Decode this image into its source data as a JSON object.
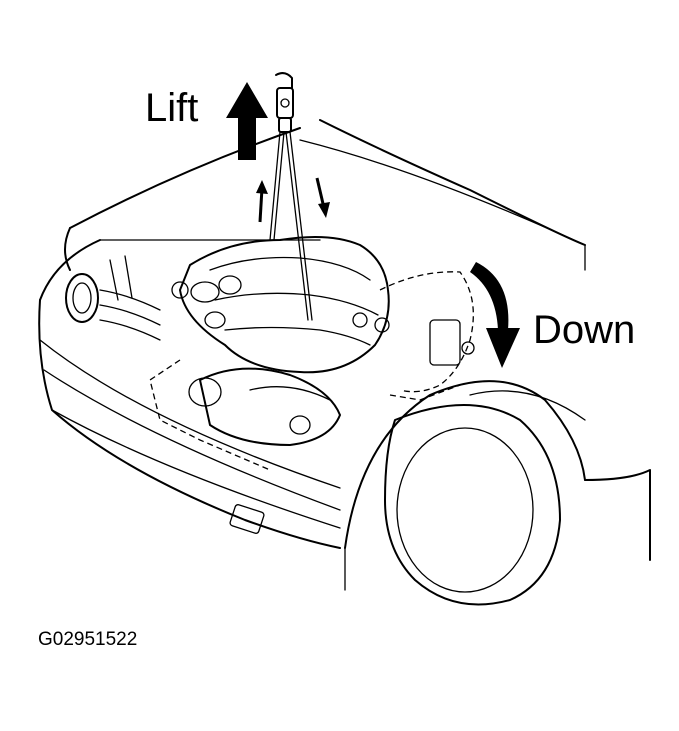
{
  "labels": {
    "lift": "Lift",
    "down": "Down"
  },
  "figure_id": "G02951522",
  "colors": {
    "ink": "#000000",
    "paper": "#ffffff"
  },
  "icons": {
    "lift_arrow": "thick-up-arrow-icon",
    "down_arrow": "curved-down-arrow-icon",
    "small_up_arrow": "small-up-arrow-icon",
    "small_down_arrow": "small-down-arrow-icon",
    "hoist_hook": "hoist-hook-icon"
  }
}
